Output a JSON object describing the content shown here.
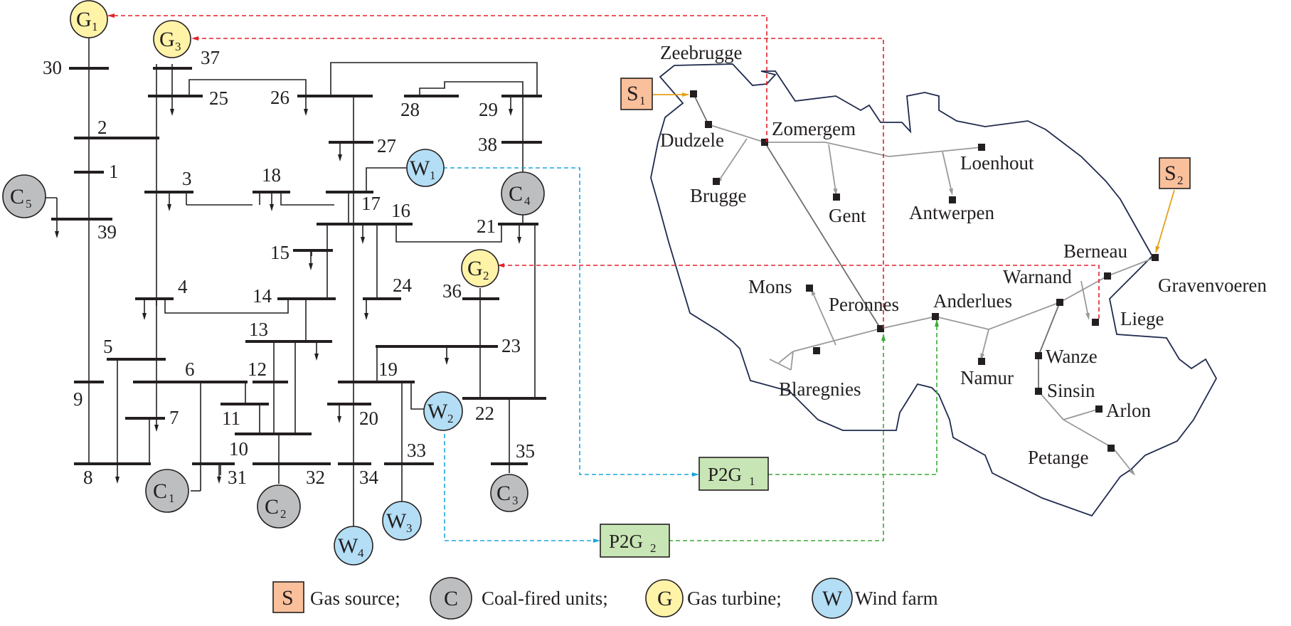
{
  "colors": {
    "gas_source": "#f9c09b",
    "coal": "#bcbec0",
    "gas_turbine": "#fff3a8",
    "wind": "#b3def5",
    "p2g": "#c8e6b5",
    "red_link": "#e5212b",
    "blue_link": "#1ea6dc",
    "green_link": "#3aaa35",
    "orange_link": "#e3a21a"
  },
  "buses": [
    "1",
    "2",
    "3",
    "4",
    "5",
    "6",
    "7",
    "8",
    "9",
    "10",
    "11",
    "12",
    "13",
    "14",
    "15",
    "16",
    "17",
    "18",
    "19",
    "20",
    "21",
    "22",
    "23",
    "24",
    "25",
    "26",
    "27",
    "28",
    "29",
    "30",
    "31",
    "32",
    "33",
    "34",
    "35",
    "36",
    "37",
    "38",
    "39"
  ],
  "units": {
    "gas_turbines": [
      {
        "letter": "G",
        "sub": "1"
      },
      {
        "letter": "G",
        "sub": "2"
      },
      {
        "letter": "G",
        "sub": "3"
      }
    ],
    "coal": [
      {
        "letter": "C",
        "sub": "1"
      },
      {
        "letter": "C",
        "sub": "2"
      },
      {
        "letter": "C",
        "sub": "3"
      },
      {
        "letter": "C",
        "sub": "4"
      },
      {
        "letter": "C",
        "sub": "5"
      }
    ],
    "wind": [
      {
        "letter": "W",
        "sub": "1"
      },
      {
        "letter": "W",
        "sub": "2"
      },
      {
        "letter": "W",
        "sub": "3"
      },
      {
        "letter": "W",
        "sub": "4"
      }
    ],
    "gas_sources": [
      {
        "letter": "S",
        "sub": "1"
      },
      {
        "letter": "S",
        "sub": "2"
      }
    ],
    "p2g": [
      {
        "prefix": "P2G",
        "sub": "1"
      },
      {
        "prefix": "P2G",
        "sub": "2"
      }
    ]
  },
  "gas_nodes": [
    "Zeebrugge",
    "Dudzele",
    "Zomergem",
    "Brugge",
    "Gent",
    "Loenhout",
    "Antwerpen",
    "Berneau",
    "Gravenvoeren",
    "Warnand",
    "Liege",
    "Mons",
    "Peronnes",
    "Anderlues",
    "Namur",
    "Blaregnies",
    "Wanze",
    "Sinsin",
    "Arlon",
    "Petange"
  ],
  "legend": {
    "items": [
      {
        "symbol": "S",
        "text": "Gas source;"
      },
      {
        "symbol": "C",
        "text": "Coal-fired units;"
      },
      {
        "symbol": "G",
        "text": "Gas turbine;"
      },
      {
        "symbol": "W",
        "text": "Wind farm"
      }
    ]
  }
}
